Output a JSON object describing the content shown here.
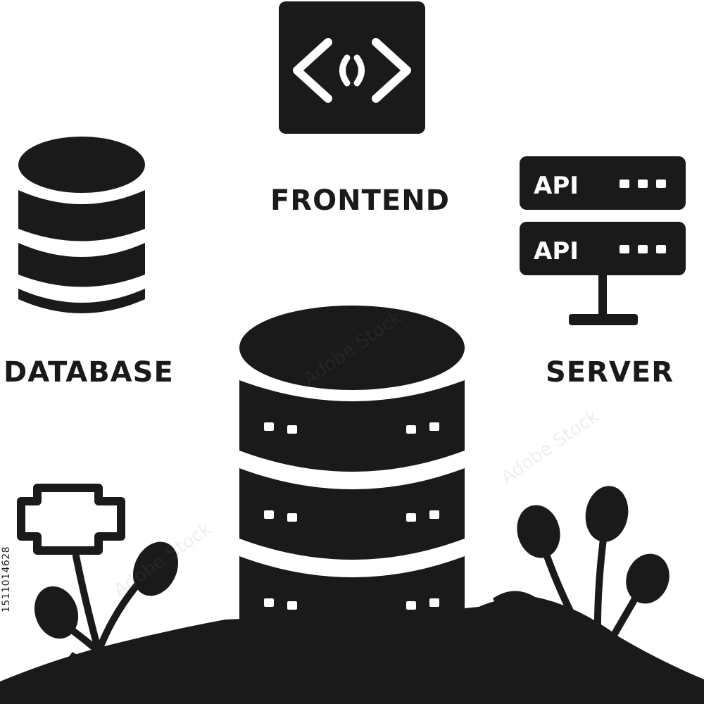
{
  "labels": {
    "frontend": "FRONTEND",
    "database": "DATABASE",
    "server": "SERVER"
  },
  "server_rack": {
    "unit_1": "API",
    "unit_2": "API"
  },
  "stock_id": "1511014628",
  "watermark": "Adobe Stock",
  "icons": [
    "code-brackets-icon",
    "database-icon",
    "api-server-icon",
    "server-cylinder-icon",
    "circuit-connector-icon",
    "plant-icon"
  ],
  "colors": {
    "ink": "#1a1a1a",
    "background": "#ffffff"
  }
}
